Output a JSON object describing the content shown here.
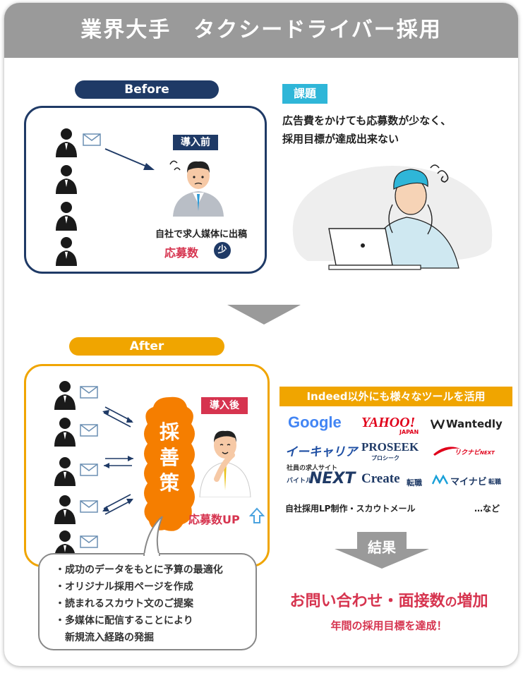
{
  "header": {
    "title": "業界大手　タクシードライバー採用"
  },
  "before": {
    "label": "Before",
    "tag": "導入前",
    "caption": "自社で求人媒体に出稿",
    "count_label": "応募数",
    "count_badge": "少"
  },
  "issue": {
    "label": "課題",
    "line1": "広告費をかけても応募数が少なく、",
    "line2": "採用目標が達成出来ない"
  },
  "after": {
    "label": "After",
    "tag": "導入後",
    "cloud_chars": [
      "採",
      "善",
      "策"
    ],
    "count_label": "応募数UP"
  },
  "tools": {
    "banner": "Indeed以外にも様々なツールを活用",
    "logos": {
      "google": "Google",
      "yahoo": "YAHOO!",
      "yahoo_sub": "JAPAN",
      "wantedly": "Wantedly",
      "ecareer": "イーキャリア",
      "proseek": "PROSEEK",
      "proseek_sub": "プロシーク",
      "rikunabi": "リクナビ",
      "rikunabi_sub": "NEXT",
      "baitoru_pre": "社員の求人サイト",
      "baitoru_small": "バイトル",
      "baitoru": "NEXT",
      "create": "Create",
      "create_sub": "転職",
      "mynavi": "マイナビ",
      "mynavi_sub": "転職"
    },
    "extra": "自社採用LP制作・スカウトメール",
    "etc": "…など"
  },
  "bullets": [
    "・成功のデータをもとに予算の最適化",
    "・オリジナル採用ページを作成",
    "・読まれるスカウト文のご提案",
    "・多媒体に配信することにより",
    "　新規流入経路の発掘"
  ],
  "result": {
    "label": "結果",
    "headline_a": "お問い合わせ・面接数",
    "headline_b": "の",
    "headline_c": "増加",
    "sub": "年間の採用目標を達成！"
  },
  "colors": {
    "navy": "#1f3a66",
    "orange": "#f0a500",
    "red": "#d6344f",
    "cyan": "#2fb6d8",
    "gray": "#9a9a9a"
  }
}
